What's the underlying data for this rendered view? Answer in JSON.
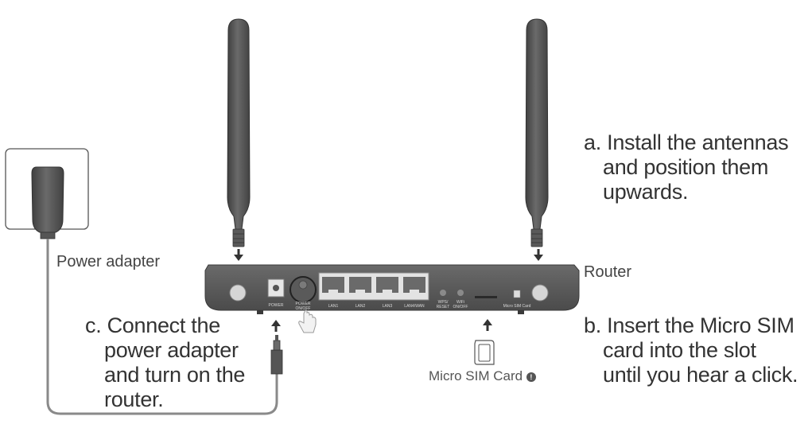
{
  "steps": {
    "a": {
      "letter": "a.",
      "lines": [
        "Install the antennas",
        "and position them",
        "upwards."
      ]
    },
    "b": {
      "letter": "b.",
      "lines": [
        "Insert the Micro SIM",
        "card into the slot",
        "until you hear a click."
      ]
    },
    "c": {
      "letter": "c.",
      "lines": [
        "Connect the",
        "power adapter",
        "and turn on the",
        "router."
      ]
    }
  },
  "labels": {
    "power_adapter": "Power adapter",
    "router": "Router",
    "micro_sim_card": "Micro SIM Card",
    "micro_sim_info_glyph": "!"
  },
  "router_panel": {
    "power": "POWER",
    "power_switch": [
      "POWER",
      "ON/OFF"
    ],
    "lan1": "LAN1",
    "lan2": "LAN2",
    "lan3": "LAN3",
    "lan4_wan": "LAN4/WAN",
    "wps_reset": [
      "WPS/",
      "RESET"
    ],
    "wifi_switch": [
      "WiFi",
      "ON/OFF"
    ],
    "micro_sim_slot": "Micro SIM Card"
  },
  "colors": {
    "device_dark": "#4a4a4a",
    "device_mid": "#5f5f5f",
    "outline": "#6b6b6b",
    "cable": "#8a8a8a",
    "text": "#333333"
  }
}
